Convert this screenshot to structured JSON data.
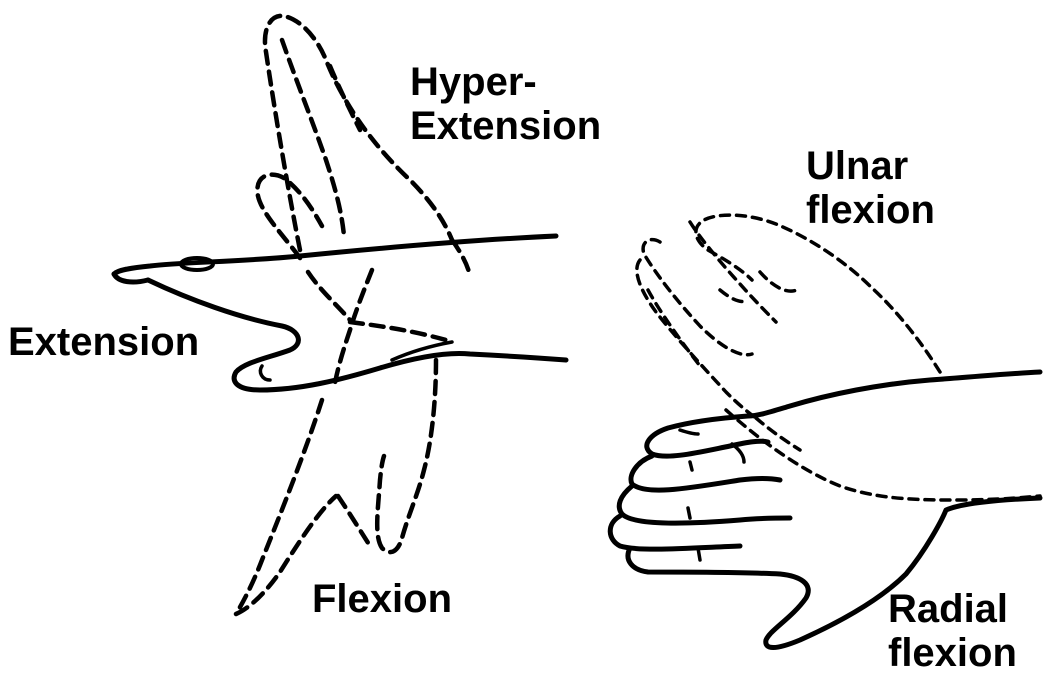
{
  "labels": {
    "hyper_extension": [
      "Hyper-",
      "Extension"
    ],
    "ulnar_flexion": [
      "Ulnar",
      "flexion"
    ],
    "extension": "Extension",
    "flexion": "Flexion",
    "radial_flexion": [
      "Radial",
      "flexion"
    ]
  }
}
